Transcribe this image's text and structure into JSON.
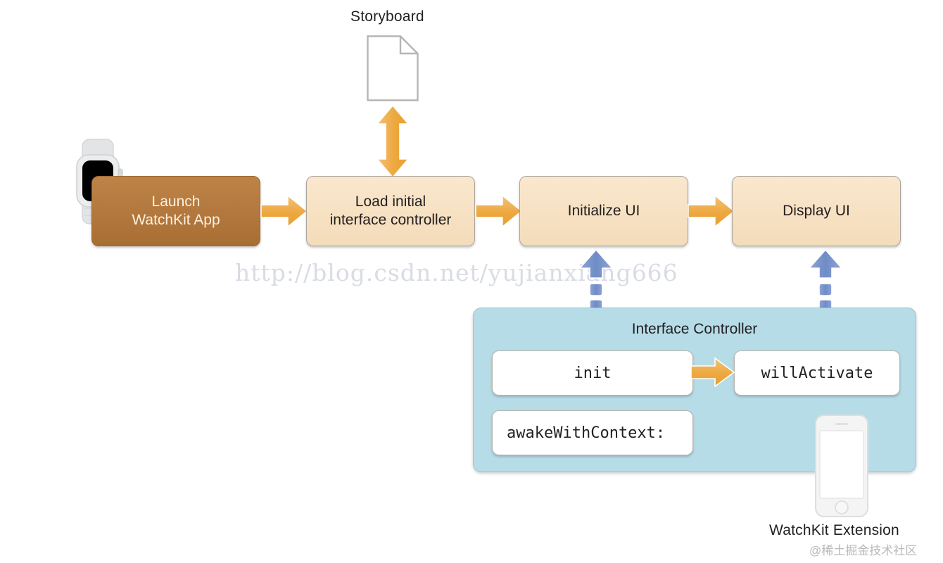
{
  "diagram": {
    "title_storyboard": "Storyboard",
    "flow": [
      {
        "id": "launch",
        "label": "Launch\nWatchKit App",
        "style": "brown"
      },
      {
        "id": "load",
        "label": "Load initial\ninterface controller",
        "style": "tan"
      },
      {
        "id": "initialize",
        "label": "Initialize UI",
        "style": "tan"
      },
      {
        "id": "display",
        "label": "Display UI",
        "style": "tan"
      }
    ],
    "flow_labels": {
      "launch_line1": "Launch",
      "launch_line2": "WatchKit App",
      "load_line1": "Load initial",
      "load_line2": "interface controller",
      "initialize": "Initialize UI",
      "display": "Display UI"
    },
    "panel": {
      "title": "Interface Controller",
      "methods": [
        {
          "id": "init",
          "label": "init"
        },
        {
          "id": "willActivate",
          "label": "willActivate"
        },
        {
          "id": "awakeWithContext",
          "label": "awakeWithContext:"
        }
      ]
    },
    "extension_label": "WatchKit Extension",
    "icons": {
      "storyboard": "document-icon",
      "watch": "apple-watch-icon",
      "phone": "iphone-icon"
    },
    "watermarks": {
      "url": "http://blog.csdn.net/yujianxiang666",
      "brand": "@稀土掘金技术社区"
    },
    "colors": {
      "brown": "#b07840",
      "tan": "#f5dfbf",
      "orange_arrow": "#efae54",
      "blue_panel": "#b6dce7",
      "blue_arrow": "#7b93cd",
      "text": "#231f20"
    }
  }
}
